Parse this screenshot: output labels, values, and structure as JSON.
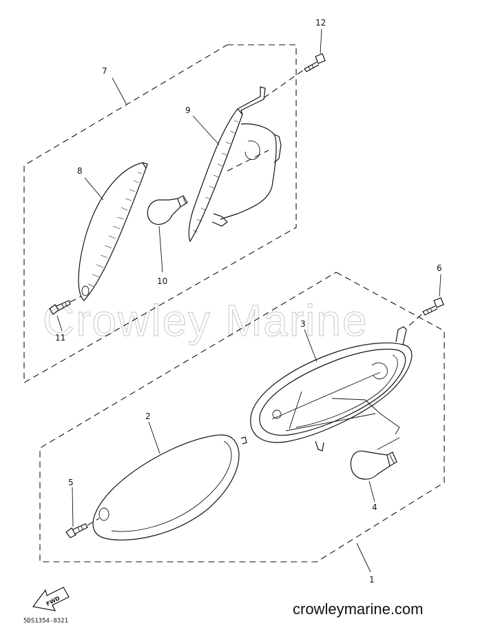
{
  "diagram": {
    "callouts": [
      "1",
      "2",
      "3",
      "4",
      "5",
      "6",
      "7",
      "8",
      "9",
      "10",
      "11",
      "12"
    ],
    "watermark": "Crowley Marine",
    "website": "crowleymarine.com",
    "drawing_code": "5DS1354-8321",
    "fwd_label": "FWD"
  }
}
